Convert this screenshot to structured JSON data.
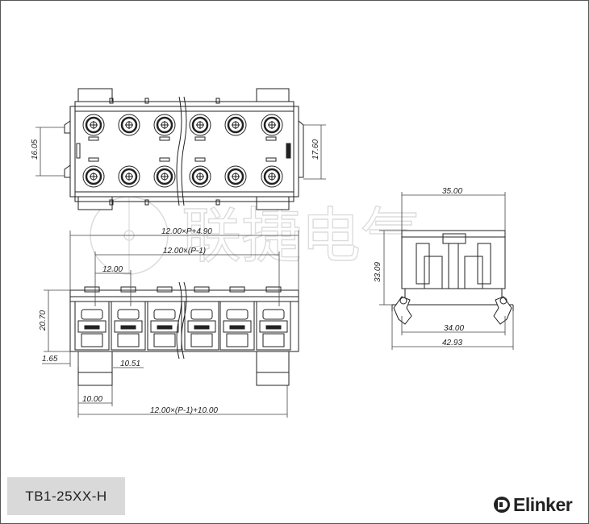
{
  "drawing": {
    "part_number": "TB1-25XX-H",
    "brand": "Elinker",
    "watermark": "联捷电气",
    "top_view": {
      "dim_left": "16.05",
      "dim_right": "17.60"
    },
    "front_view": {
      "overall": "12.00×P+4.90",
      "inner_span": "12.00×(P-1)",
      "pitch": "12.00",
      "height": "20.70",
      "offset": "1.65",
      "foot_width": "10.51",
      "bottom_foot": "10.00",
      "bottom_span": "12.00×(P-1)+10.00"
    },
    "side_view": {
      "top_width": "35.00",
      "height": "33.09",
      "rail_width": "34.00",
      "overall_width": "42.93"
    }
  }
}
